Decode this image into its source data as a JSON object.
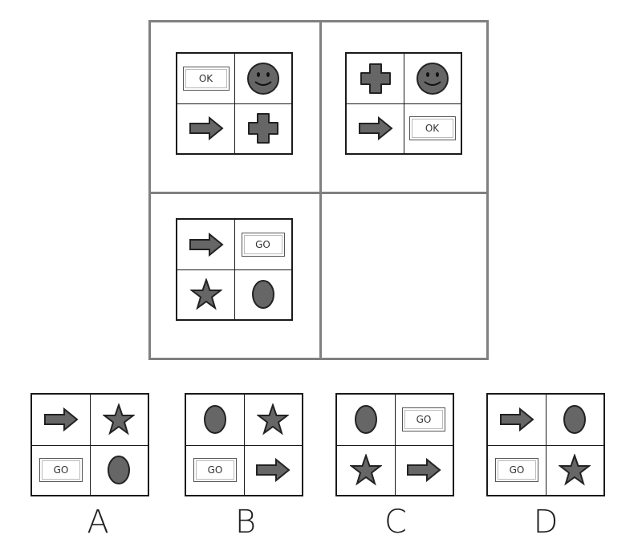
{
  "tags": {
    "ok": "OK",
    "go": "GO"
  },
  "options": {
    "a": "A",
    "b": "B",
    "c": "C",
    "d": "D"
  },
  "colors": {
    "shape_fill": "#666666",
    "line": "#1a1a1a",
    "matrix_line": "#808080"
  }
}
